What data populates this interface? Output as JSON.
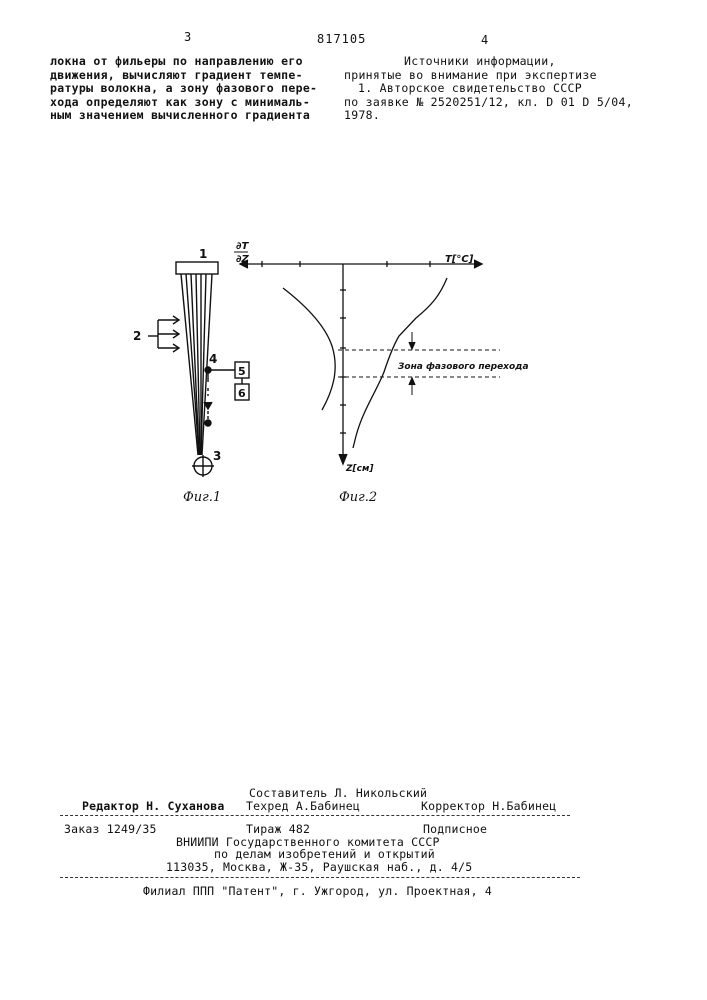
{
  "header": {
    "page_left": "3",
    "patent_number": "817105",
    "page_right": "4"
  },
  "left_column": {
    "lines": [
      "локна от фильеры по направлению его",
      "движения, вычисляют градиент темпе-",
      "ратуры волокна, а зону фазового пере-",
      "хода определяют как зону с минималь-",
      "ным значением вычисленного градиента"
    ]
  },
  "right_column": {
    "sources_title": "Источники информации,",
    "sources_subtitle": "принятые во внимание при экспертизе",
    "ref_lines": [
      "1. Авторское свидетельство СССР",
      "по заявке № 2520251/12, кл. D 01 D 5/04,",
      "1978."
    ]
  },
  "figure1": {
    "caption": "Фиг.1",
    "labels": {
      "spinneret": "1",
      "sensors": "2",
      "bobbin": "3",
      "detector": "4",
      "block5": "5",
      "block6": "6"
    }
  },
  "figure2": {
    "caption": "Фиг.2",
    "axis_gradient_num": "∂T",
    "axis_gradient_den": "∂Z",
    "axis_temperature": "T[°C]",
    "axis_z": "Z[см]",
    "phase_zone_label": "Зона фазового перехода"
  },
  "footer": {
    "compiler": "Составитель Л. Никольский",
    "editor": "Редактор Н. Суханова",
    "techred": "Техред А.Бабинец",
    "corrector": "Корректор Н.Бабинец",
    "order": "Заказ 1249/35",
    "circulation": "Тираж 482",
    "subscription": "Подписное",
    "org_line1": "ВНИИПИ Государственного комитета СССР",
    "org_line2": "по делам изобретений и открытий",
    "address": "113035, Москва, Ж-35, Раушская наб., д. 4/5",
    "branch": "Филиал ППП \"Патент\", г. Ужгород, ул. Проектная, 4"
  }
}
